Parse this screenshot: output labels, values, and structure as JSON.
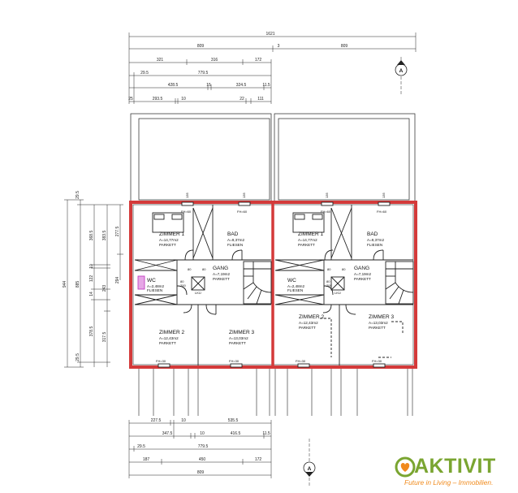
{
  "dimensions_top": {
    "overall": "1621",
    "row2": [
      "809",
      "3",
      "809"
    ],
    "row3": [
      "321",
      "316",
      "172"
    ],
    "row4": [
      "29.5",
      "779.5"
    ],
    "row5": [
      "428.5",
      "15",
      "324.5",
      "11.5"
    ],
    "row6": [
      "25",
      "293.5",
      "10",
      "22",
      "111"
    ]
  },
  "dimensions_left": {
    "overall": "944",
    "col2": [
      "29.5",
      "885",
      "29.5"
    ],
    "col3": [
      "368.5",
      "10",
      "122",
      "14",
      "378.5"
    ],
    "col4": [
      "383.5",
      "243",
      "317.5"
    ],
    "col5": [
      "277.5",
      "294"
    ]
  },
  "dimensions_bottom": {
    "row1": [
      "227.5",
      "10",
      "535.5"
    ],
    "row2": [
      "347.5",
      "10",
      "416.5",
      "11.5"
    ],
    "row3": [
      "29.5",
      "779.5"
    ],
    "row4": [
      "187",
      "450",
      "172"
    ],
    "overall": "809"
  },
  "north_marker": "A",
  "units": [
    {
      "zimmer1": {
        "name": "ZIMMER 1",
        "area": "A=14,77m2",
        "floor": "PARKETT"
      },
      "bad": {
        "name": "BAD",
        "area": "A=9,37m2",
        "floor": "FLIESEN"
      },
      "gang": {
        "name": "GANG",
        "area": "A=7,19m2",
        "floor": "PARKETT"
      },
      "wc": {
        "name": "WC",
        "area": "A=2,48m2",
        "floor": "FLIESEN"
      },
      "zimmer2": {
        "name": "ZIMMER 2",
        "area": "A=12,43m2",
        "floor": "PARKETT"
      },
      "zimmer3": {
        "name": "ZIMMER 3",
        "area": "A=13,03m2",
        "floor": "PARKETT"
      },
      "lkd": "LKÜ"
    },
    {
      "zimmer1": {
        "name": "ZIMMER 1",
        "area": "A=14,77m2",
        "floor": "PARKETT"
      },
      "bad": {
        "name": "BAD",
        "area": "A=9,37m2",
        "floor": "FLIESEN"
      },
      "gang": {
        "name": "GANG",
        "area": "A=7,19m2",
        "floor": "PARKETT"
      },
      "wc": {
        "name": "WC",
        "area": "A=2,48m2",
        "floor": "FLIESEN"
      },
      "zimmer2": {
        "name": "ZIMMER 2",
        "area": "A=12,43m2",
        "floor": "PARKETT"
      },
      "zimmer3": {
        "name": "ZIMMER 3",
        "area": "A=13,03m2",
        "floor": "PARKETT"
      },
      "lkd": "LKÜ"
    }
  ],
  "opening_labels": {
    "window": "135",
    "door": "80",
    "door_h": "200",
    "fh": "FH=60",
    "fh2": "FH=30"
  },
  "logo": {
    "brand": "AKTIVIT",
    "tagline": "Future in Living – Immobilien."
  },
  "colors": {
    "wall": "#d43a3a",
    "line": "#222222",
    "wc_accent": "#c040c0",
    "brand_green": "#7aa531",
    "brand_orange": "#f08a1c"
  }
}
